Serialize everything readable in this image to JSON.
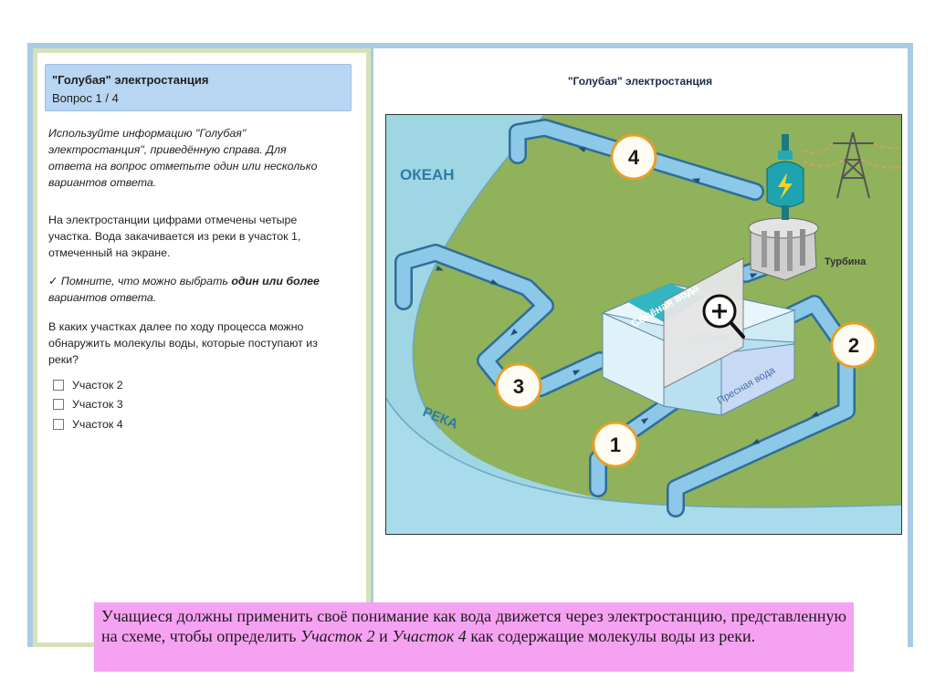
{
  "quiz": {
    "title": "\"Голубая\" электростанция",
    "question_number": "Вопрос 1 / 4",
    "instructions_lines": [
      "Используйте информацию \"Голубая\"",
      "электростанция\", приведённую справа. Для",
      "ответа на вопрос отметьте один или несколько",
      "вариантов ответа."
    ],
    "context_lines": [
      "На электростанции цифрами отмечены четыре",
      "участка. Вода закачивается из реки в участок 1,",
      "отмеченный на экране."
    ],
    "reminder": {
      "check": "✓",
      "text_before": "Помните, что можно выбрать ",
      "bold": "один или более",
      "line2": "вариантов ответа."
    },
    "question_lines": [
      "В каких участках далее по ходу процесса можно",
      "обнаружить молекулы воды, которые поступают из",
      "реки?"
    ],
    "options": [
      "Участок 2",
      "Участок 3",
      "Участок 4"
    ]
  },
  "diagram": {
    "title": "\"Голубая\" электростанция",
    "ocean_label": "ОКЕАН",
    "river_label": "РЕКА",
    "turbine_label": "Турбина",
    "salt_water_label": "Солёная вода",
    "fresh_water_label": "Пресная вода",
    "stages": [
      "1",
      "2",
      "3",
      "4"
    ],
    "icons": [
      "zoom-in-icon",
      "lightning-icon",
      "power-tower-icon"
    ],
    "colors": {
      "land": "#8fb25b",
      "water": "#9fd6e4",
      "pipe": "#8cc8e8",
      "pipe_outline": "#2f6d9a",
      "accent": "#f3d12c"
    }
  },
  "caption": {
    "text_1": "Учащиеся должны применить своё понимание как вода движется через электростанцию, представленную на схеме, чтобы определить ",
    "em_1": "Участок 2",
    "text_2": " и ",
    "em_2": "Участок 4",
    "text_3": " как содержащие молекулы воды из реки."
  }
}
